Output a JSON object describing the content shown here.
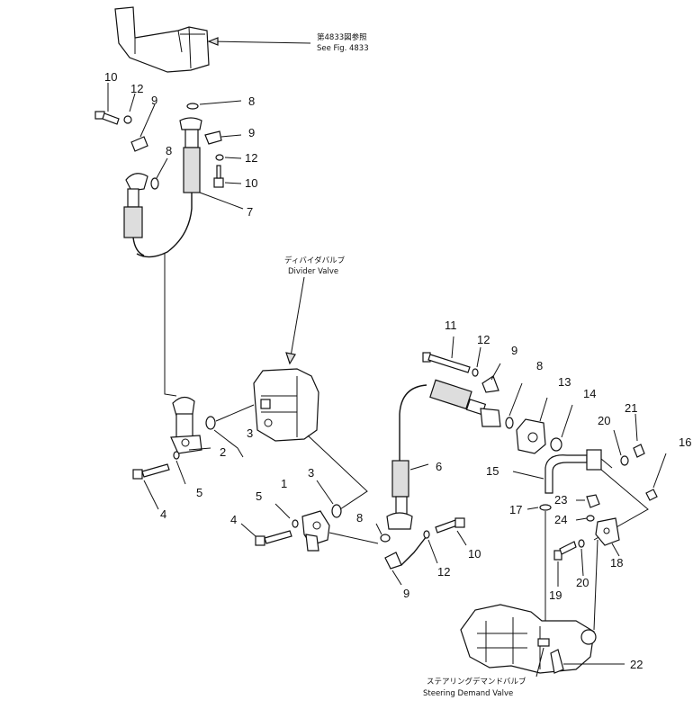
{
  "references": {
    "fig_ref_jp": "第4833図参照",
    "fig_ref_en": "See Fig. 4833",
    "divider_jp": "ディバイダバルブ",
    "divider_en": "Divider Valve",
    "steering_jp": "ステアリングデマンドバルブ",
    "steering_en": "Steering Demand Valve"
  },
  "callouts": {
    "c10a": "10",
    "c12a": "12",
    "c9a": "9",
    "c8a": "8",
    "c8b": "8",
    "c9b": "9",
    "c12b": "12",
    "c10b": "10",
    "c7": "7",
    "c11": "11",
    "c12c": "12",
    "c9c": "9",
    "c8c": "8",
    "c13": "13",
    "c14": "14",
    "c21": "21",
    "c20a": "20",
    "c16": "16",
    "c6": "6",
    "c15": "15",
    "c3a": "3",
    "c2": "2",
    "c5a": "5",
    "c4a": "4",
    "c1": "1",
    "c3b": "3",
    "c5b": "5",
    "c4b": "4",
    "c8d": "8",
    "c10c": "10",
    "c12d": "12",
    "c9d": "9",
    "c17": "17",
    "c23": "23",
    "c24": "24",
    "c18": "18",
    "c19": "19",
    "c20b": "20",
    "c22": "22"
  }
}
